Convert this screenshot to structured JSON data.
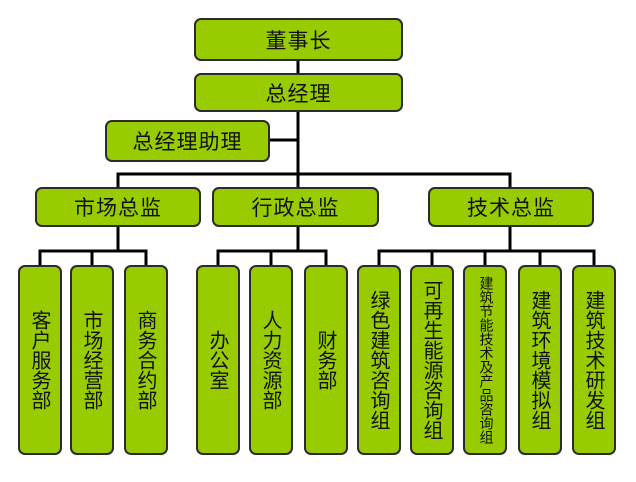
{
  "org_chart": {
    "chairman": "董事长",
    "general_manager": "总经理",
    "assistant": "总经理助理",
    "directors": {
      "marketing": "市场总监",
      "administration": "行政总监",
      "technology": "技术总监"
    },
    "departments": {
      "customer_service": "客户服务部",
      "market_operations": "市场经营部",
      "business_contracts": "商务合约部",
      "office": "办公室",
      "human_resources": "人力资源部",
      "finance": "财务部",
      "green_building": "绿色建筑咨询组",
      "renewable_energy": "可再生能源咨询组",
      "energy_saving_products": "建筑节能技术及产品咨询组",
      "building_environment": "建筑环境模拟组",
      "technology_research": "建筑技术研发组"
    }
  },
  "colors": {
    "box_fill": "#99cc00",
    "border": "#2b2b2b",
    "line": "#000000"
  }
}
